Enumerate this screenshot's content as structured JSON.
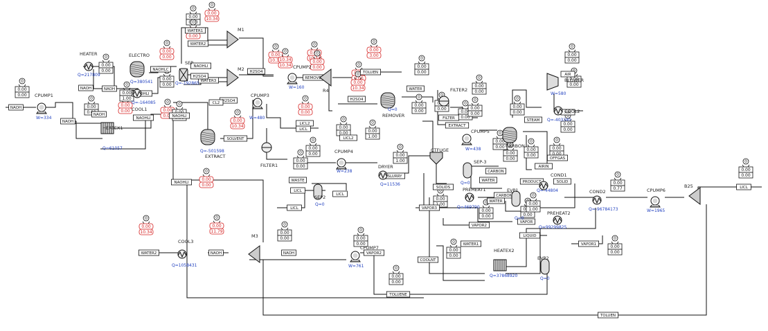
{
  "colors": {
    "line": "#111111",
    "duty": "#1f3fbf",
    "warn": "#d51f1f"
  },
  "units": [
    {
      "name": "CPUMP1",
      "duty": "W=334"
    },
    {
      "name": "HEATER",
      "duty": "Q=217809"
    },
    {
      "name": "ELECTRO",
      "duty": "Q=380541"
    },
    {
      "name": "COOL1",
      "duty": "Q=-164085"
    },
    {
      "name": "HEATEX1",
      "duty": "Q=61057"
    },
    {
      "name": "SEP",
      "duty": "Q=-192865"
    },
    {
      "name": "M1",
      "duty": ""
    },
    {
      "name": "M2",
      "duty": ""
    },
    {
      "name": "CPUMP2",
      "duty": "W=160"
    },
    {
      "name": "R4",
      "duty": ""
    },
    {
      "name": "CPUMP3",
      "duty": "W=480"
    },
    {
      "name": "EXTRACT",
      "duty": "Q=-501598"
    },
    {
      "name": "REMOVER",
      "duty": "Q=0"
    },
    {
      "name": "FILTER2",
      "duty": ""
    },
    {
      "name": "CPUMP5",
      "duty": "W=438"
    },
    {
      "name": "CARBON",
      "duty": ""
    },
    {
      "name": "BLOWER",
      "duty": "W=580"
    },
    {
      "name": "COOL2",
      "duty": "Q=-403340"
    },
    {
      "name": "FILTER1",
      "duty": ""
    },
    {
      "name": "CPUMP4",
      "duty": "W=238"
    },
    {
      "name": "DRYER",
      "duty": "Q=11536"
    },
    {
      "name": "CTFUGE",
      "duty": ""
    },
    {
      "name": "SEP-3",
      "duty": "Q=0"
    },
    {
      "name": "SEP2",
      "duty": "Q=0"
    },
    {
      "name": "PREHEAT1",
      "duty": "Q=469790"
    },
    {
      "name": "EVP1",
      "duty": "Q=0"
    },
    {
      "name": "COND1",
      "duty": "Q=-44804"
    },
    {
      "name": "COND2",
      "duty": "Q=-96784173"
    },
    {
      "name": "CPUMP6",
      "duty": "W=1965"
    },
    {
      "name": "B25",
      "duty": ""
    },
    {
      "name": "PREHEAT2",
      "duty": "Q=99299825"
    },
    {
      "name": "HEATEX2",
      "duty": "Q=37868920"
    },
    {
      "name": "EVP2",
      "duty": "Q=0"
    },
    {
      "name": "CPUMP7",
      "duty": "W=761"
    },
    {
      "name": "M3",
      "duty": ""
    },
    {
      "name": "COOL3",
      "duty": "Q=1058431"
    }
  ],
  "streams": [
    "NAOH",
    "NAOH",
    "NAOH",
    "NAOH",
    "NAOH",
    "NAOHLI",
    "NAOHLC",
    "NAOHLI",
    "NAOHLI",
    "NAOHLI",
    "NAOHLI",
    "WATER1",
    "WATER2",
    "WATER3",
    "H2SO4",
    "H2SO4",
    "H2SO4",
    "CL2",
    "LICL",
    "REMOVE",
    "TOLUEN",
    "H2SO4",
    "SOLVENT",
    "WATER",
    "FILTER",
    "EXTRACT",
    "LICL2",
    "LICL2",
    "WASTE",
    "LICL",
    "LICL",
    "LICL",
    "SLURRY",
    "SOLIDS",
    "CARBON",
    "WATER",
    "CARBON",
    "WATER",
    "PRODUCT",
    "SOLID",
    "VAPOR",
    "LIQUID",
    "VAPOR1",
    "VAPOR2",
    "VAPOR3",
    "COOLNT",
    "TOLUENE",
    "TOLUEN",
    "VAPOR2",
    "WATER1",
    "NAOH",
    "NAOH",
    "WATER2",
    "STEAM",
    "AIR",
    "AIR",
    "AIRIN",
    "OFFGAS",
    "LICL"
  ],
  "tags": [
    {
      "t": "0",
      "v": [
        "0.00",
        "0.00"
      ],
      "red": false
    },
    {
      "t": "0",
      "v": [
        "0.00",
        "0.00"
      ],
      "red": false
    },
    {
      "t": "0",
      "v": [
        "0.00",
        "0.00"
      ],
      "red": false
    },
    {
      "t": "0",
      "v": [
        "0.00",
        "0.00"
      ],
      "red": true
    },
    {
      "t": "0",
      "v": [
        "0.00",
        "1.00"
      ],
      "red": false
    },
    {
      "t": "0",
      "v": [
        "0.00",
        "0.00"
      ],
      "red": true
    },
    {
      "t": "0",
      "v": [
        "0.00",
        "0.00"
      ],
      "red": true
    },
    {
      "t": "0",
      "v": [
        "0.00",
        "0.00"
      ],
      "red": false
    },
    {
      "t": "0",
      "v": [
        "0.00",
        "0.00"
      ],
      "red": true
    },
    {
      "t": "0",
      "v": [
        "0.00",
        "0.00"
      ],
      "red": false
    },
    {
      "t": "0",
      "v": [
        "0.00",
        "0.00"
      ],
      "red": false
    },
    {
      "t": "0",
      "v": [
        "0.00",
        "0.00"
      ],
      "red": true
    },
    {
      "t": "0",
      "v": [
        "0.00",
        "10.34"
      ],
      "red": true
    },
    {
      "t": "0",
      "v": [
        "0.00",
        "10.34"
      ],
      "red": true
    },
    {
      "t": "0",
      "v": [
        "10.34",
        "10.34"
      ],
      "red": true
    },
    {
      "t": "0",
      "v": [
        "0.00",
        "10.34"
      ],
      "red": true
    },
    {
      "t": "0",
      "v": [
        "0.00",
        "0.00"
      ],
      "red": true
    },
    {
      "t": "0",
      "v": [
        "0.00",
        "3.00"
      ],
      "red": true
    },
    {
      "t": "0",
      "v": [
        "0.00",
        "0.00"
      ],
      "red": false
    },
    {
      "t": "0",
      "v": [
        "0.00",
        "0.00"
      ],
      "red": true
    },
    {
      "t": "0",
      "v": [
        "0.00",
        "10.34"
      ],
      "red": true
    },
    {
      "t": "0",
      "v": [
        "0.00",
        "10.34"
      ],
      "red": true
    },
    {
      "t": "0",
      "v": [
        "0.00",
        "0.00"
      ],
      "red": true
    },
    {
      "t": "0",
      "v": [
        "0.00",
        "0.00"
      ],
      "red": false
    },
    {
      "t": "0",
      "v": [
        "0.00",
        "0.00"
      ],
      "red": false
    },
    {
      "t": "0",
      "v": [
        "0.00",
        "0.00"
      ],
      "red": false
    },
    {
      "t": "0",
      "v": [
        "0.00",
        "0.00"
      ],
      "red": false
    },
    {
      "t": "0",
      "v": [
        "0.00",
        "0.00"
      ],
      "red": false
    },
    {
      "t": "0",
      "v": [
        "0.00",
        "1.00"
      ],
      "red": false
    },
    {
      "t": "0",
      "v": [
        "0.00",
        "0.00"
      ],
      "red": false
    },
    {
      "t": "0",
      "v": [
        "0.00",
        "0.00"
      ],
      "red": false
    },
    {
      "t": "0",
      "v": [
        "0.00",
        "1.00"
      ],
      "red": false
    },
    {
      "t": "0",
      "v": [
        "0.00",
        "0.00"
      ],
      "red": false
    },
    {
      "t": "0",
      "v": [
        "0.00",
        "0.00"
      ],
      "red": false
    },
    {
      "t": "0",
      "v": [
        "0.00",
        "0.00"
      ],
      "red": false
    },
    {
      "t": "0",
      "v": [
        "0.00",
        "0.00"
      ],
      "red": false
    },
    {
      "t": "0",
      "v": [
        "0.00",
        "0.00"
      ],
      "red": false
    },
    {
      "t": "0",
      "v": [
        "0.00",
        "0.00"
      ],
      "red": false
    },
    {
      "t": "0",
      "v": [
        "0.00",
        "0.00"
      ],
      "red": false
    },
    {
      "t": "0",
      "v": [
        "0.00",
        "0.00"
      ],
      "red": false
    },
    {
      "t": "0",
      "v": [
        "0.00",
        "1.00"
      ],
      "red": false
    },
    {
      "t": "0",
      "v": [
        "0.00",
        "0.00"
      ],
      "red": false
    },
    {
      "t": "0",
      "v": [
        "0.00",
        "0.00"
      ],
      "red": false
    },
    {
      "t": "0",
      "v": [
        "0.00",
        "1.00"
      ],
      "red": false
    },
    {
      "t": "0",
      "v": [
        "0.00",
        "0.77"
      ],
      "red": false
    },
    {
      "t": "0",
      "v": [
        "0.00",
        "0.00"
      ],
      "red": false
    },
    {
      "t": "0",
      "v": [
        "0.00",
        "0.00"
      ],
      "red": false
    },
    {
      "t": "0",
      "v": [
        "0.00",
        "0.00"
      ],
      "red": false
    },
    {
      "t": "0",
      "v": [
        "0.00",
        "0.00"
      ],
      "red": false
    },
    {
      "t": "0",
      "v": [
        "0.00",
        "0.00"
      ],
      "red": false
    },
    {
      "t": "0",
      "v": [
        "0.00",
        "0.00"
      ],
      "red": false
    },
    {
      "t": "0",
      "v": [
        "0.00",
        "10.34"
      ],
      "red": true
    },
    {
      "t": "0",
      "v": [
        "0.00",
        "11.79"
      ],
      "red": true
    },
    {
      "t": "0",
      "v": [
        "0.00",
        "0.00"
      ],
      "red": false
    }
  ]
}
